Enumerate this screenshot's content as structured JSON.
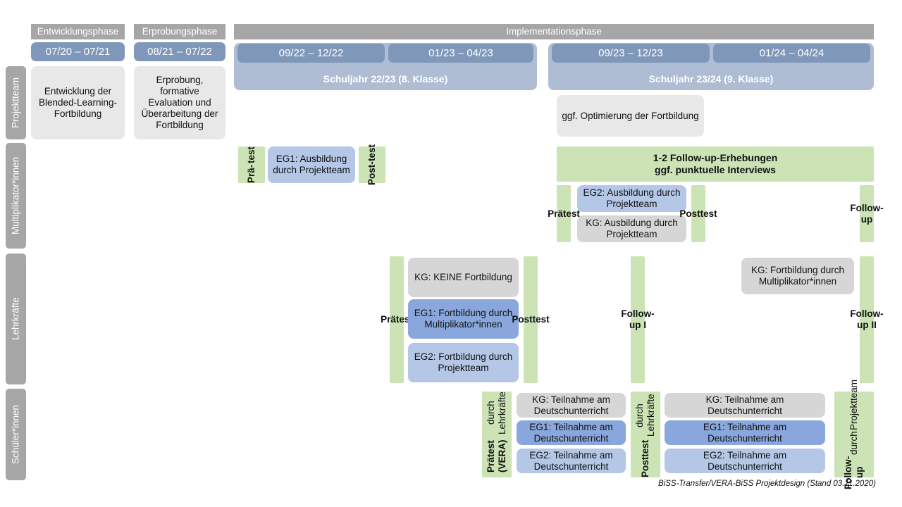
{
  "timeline": {
    "phases": [
      {
        "label": "Entwicklungsphase"
      },
      {
        "label": "Erprobungsphase"
      },
      {
        "label": "Implementationsphase"
      }
    ],
    "dates": [
      {
        "label": "07/20 – 07/21"
      },
      {
        "label": "08/21 – 07/22"
      },
      {
        "label": "09/22 – 12/22"
      },
      {
        "label": "01/23 – 04/23"
      },
      {
        "label": "09/23 – 12/23"
      },
      {
        "label": "01/24 – 04/24"
      }
    ],
    "school_years": [
      {
        "label": "Schuljahr 22/23 (8. Klasse)"
      },
      {
        "label": "Schuljahr 23/24 (9. Klasse)"
      }
    ]
  },
  "rows": [
    {
      "label": "Projektteam"
    },
    {
      "label": "Multiplikator*innen"
    },
    {
      "label": "Lehrkräfte"
    },
    {
      "label": "Schüler*innen"
    }
  ],
  "projektteam": {
    "entwicklung": "Entwicklung der Blended-Learning-Fortbildung",
    "erprobung": "Erprobung, formative Evaluation und Überarbeitung der Fortbildung",
    "optimierung": "ggf. Optimierung der Fortbildung"
  },
  "multiplikatoren": {
    "praetest_1": "Prä-",
    "praetest_2": "test",
    "eg1": "EG1: Ausbildung durch Projektteam",
    "posttest_1": "Post-",
    "posttest_2": "test",
    "followup_band_l1": "1-2 Follow-up-Erhebungen",
    "followup_band_l2": "ggf. punktuelle Interviews",
    "praetest_b": "Prätest",
    "eg2": "EG2: Ausbildung durch Projektteam",
    "kg": "KG: Ausbildung durch Projektteam",
    "posttest_b": "Posttest",
    "followup": "Follow-up"
  },
  "lehrkraefte": {
    "praetest": "Prätest",
    "kg_keine": "KG:  KEINE Fortbildung",
    "eg1": "EG1: Fortbildung durch Multiplikator*innen",
    "eg2": "EG2: Fortbildung durch Projektteam",
    "posttest": "Posttest",
    "followup_1": "Follow-up I",
    "kg_fortbildung": "KG: Fortbildung durch Multiplikator*innen",
    "followup_2": "Follow-up II"
  },
  "schuelerinnen": {
    "praetest_l1": "Prätest (VERA)",
    "praetest_l2": "durch Lehrkräfte",
    "kg_a": "KG: Teilnahme am Deutschunterricht",
    "eg1_a": "EG1: Teilnahme am Deutschunterricht",
    "eg2_a": "EG2: Teilnahme am Deutschunterricht",
    "posttest_l1": "Posttest",
    "posttest_l2": "durch Lehrkräfte",
    "kg_b": "KG: Teilnahme am Deutschunterricht",
    "eg1_b": "EG1: Teilnahme am Deutschunterricht",
    "eg2_b": "EG2: Teilnahme am Deutschunterricht",
    "followup_l1": "Follow-up",
    "followup_l2": "durch",
    "followup_l3": "Projektteam"
  },
  "footer": {
    "text": "BiSS-Transfer/VERA-BiSS Projektdesign (Stand 03.11.2020)"
  },
  "colors": {
    "phase_header": "#a6a6a6",
    "date_bar": "#7f97b8",
    "year_band": "#aebdd4",
    "row_label": "#a6a6a6",
    "grey_card": "#e8e8e8",
    "kg_card": "#d6d6d6",
    "eg1_card": "#89a7dc",
    "eg2_card": "#b4c7e7",
    "green": "#cbe3b5"
  }
}
